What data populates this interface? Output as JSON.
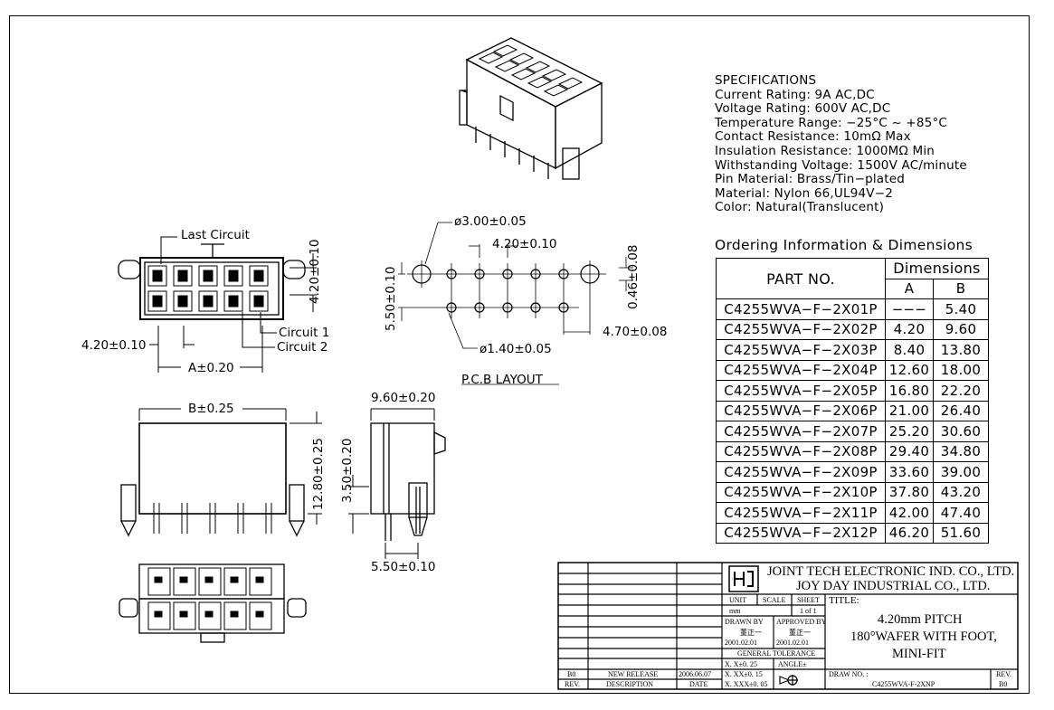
{
  "specifications": {
    "heading": "SPECIFICATIONS",
    "lines": [
      "Current Rating: 9A AC,DC",
      "Voltage Rating: 600V AC,DC",
      "Temperature Range: −25°C ~ +85°C",
      "Contact Resistance: 10mΩ Max",
      "Insulation Resistance: 1000MΩ Min",
      "Withstanding Voltage: 1500V AC/minute",
      "Pin Material: Brass/Tin−plated",
      "Material: Nylon 66,UL94V−2",
      "Color: Natural(Translucent)"
    ]
  },
  "ordering": {
    "title": "Ordering Information & Dimensions",
    "part_header": "PART NO.",
    "dim_header": "Dimensions",
    "col_a": "A",
    "col_b": "B",
    "rows": [
      {
        "part": "C4255WVA−F−2X01P",
        "a": "−−−",
        "b": "5.40"
      },
      {
        "part": "C4255WVA−F−2X02P",
        "a": "4.20",
        "b": "9.60"
      },
      {
        "part": "C4255WVA−F−2X03P",
        "a": "8.40",
        "b": "13.80"
      },
      {
        "part": "C4255WVA−F−2X04P",
        "a": "12.60",
        "b": "18.00"
      },
      {
        "part": "C4255WVA−F−2X05P",
        "a": "16.80",
        "b": "22.20"
      },
      {
        "part": "C4255WVA−F−2X06P",
        "a": "21.00",
        "b": "26.40"
      },
      {
        "part": "C4255WVA−F−2X07P",
        "a": "25.20",
        "b": "30.60"
      },
      {
        "part": "C4255WVA−F−2X08P",
        "a": "29.40",
        "b": "34.80"
      },
      {
        "part": "C4255WVA−F−2X09P",
        "a": "33.60",
        "b": "39.00"
      },
      {
        "part": "C4255WVA−F−2X10P",
        "a": "37.80",
        "b": "43.20"
      },
      {
        "part": "C4255WVA−F−2X11P",
        "a": "42.00",
        "b": "47.40"
      },
      {
        "part": "C4255WVA−F−2X12P",
        "a": "46.20",
        "b": "51.60"
      }
    ]
  },
  "labels": {
    "last_circuit": "Last Circuit",
    "circuit1": "Circuit 1",
    "circuit2": "Circuit 2",
    "dim_pitch": "4.20±0.10",
    "dim_pitch_v": "4.20±0.10",
    "dim_a": "A±0.20",
    "dim_b": "B±0.25",
    "dim_1280": "12.80±0.25",
    "dim_960": "9.60±0.20",
    "dim_350": "3.50±0.20",
    "dim_550": "5.50±0.10",
    "pcb_d300": "ø3.00±0.05",
    "pcb_pitch": "4.20±0.10",
    "pcb_550": "5.50±0.10",
    "pcb_046": "0.46±0.08",
    "pcb_d140": "ø1.40±0.05",
    "pcb_470": "4.70±0.08",
    "pcb_layout": "P.C.B LAYOUT"
  },
  "title_block": {
    "company1": "JOINT TECH ELECTRONIC IND. CO., LTD.",
    "company2": "JOY DAY INDUSTRIAL CO., LTD.",
    "unit_label": "UNIT",
    "unit_value": "mm",
    "scale_label": "SCALE",
    "sheet_label": "SHEET",
    "sheet_value": "1 of 1",
    "drawn_label": "DRAWN BY",
    "drawn_name": "董正一",
    "drawn_date": "2001.02.01",
    "approved_label": "APPROVED BY",
    "approved_name": "董正一",
    "approved_date": "2001.02.01",
    "tol_label": "GENERAL TOLERANCE",
    "tol1": "X. X±0. 25",
    "tol2": "X. XX±0. 15",
    "tol3": "X. XXX±0. 05",
    "angle_label": "ANGLE±",
    "title_label": "TITLE:",
    "title_l1": "4.20mm PITCH",
    "title_l2": "180°WAFER WITH FOOT,",
    "title_l3": "MINI-FIT",
    "draw_no_label": "DRAW NO. :",
    "draw_no": "C4255WVA-F-2XNP",
    "rev_label": "REV.",
    "rev_value": "B0",
    "hist_rev": "B0",
    "hist_desc": "NEW RELEASE",
    "hist_date": "2006.06.07",
    "hdr_rev": "REV.",
    "hdr_desc": "DESCRIPTION",
    "hdr_date": "DATE"
  }
}
